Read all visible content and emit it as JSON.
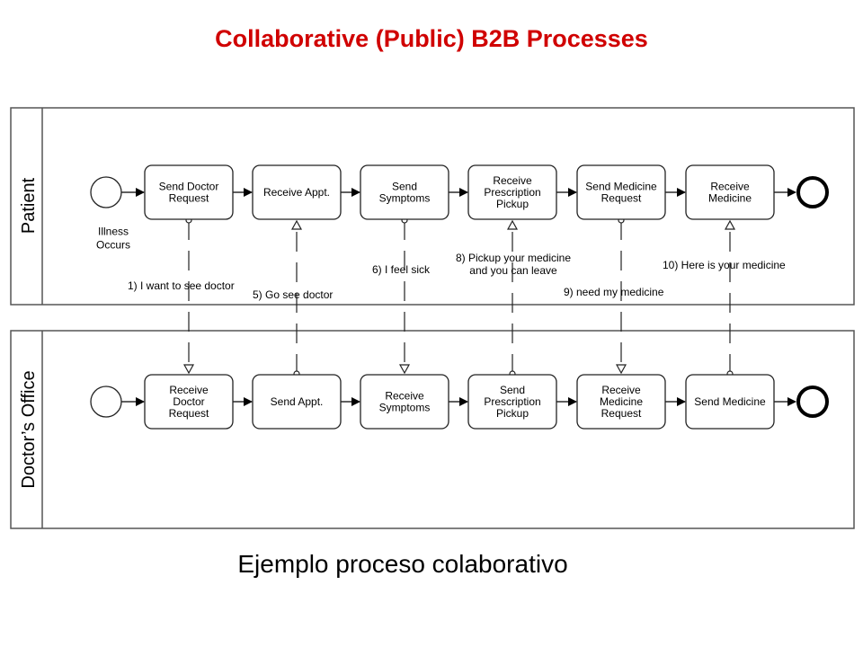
{
  "title": "Collaborative (Public) B2B Processes",
  "caption": "Ejemplo proceso colaborativo",
  "pools": {
    "patient": {
      "name": "Patient",
      "start_label": [
        "Illness",
        "Occurs"
      ],
      "tasks": [
        [
          "Send Doctor",
          "Request"
        ],
        [
          "Receive Appt."
        ],
        [
          "Send",
          "Symptoms"
        ],
        [
          "Receive",
          "Prescription",
          "Pickup"
        ],
        [
          "Send Medicine",
          "Request"
        ],
        [
          "Receive",
          "Medicine"
        ]
      ]
    },
    "doctor": {
      "name": "Doctor’s Office",
      "tasks": [
        [
          "Receive",
          "Doctor",
          "Request"
        ],
        [
          "Send Appt."
        ],
        [
          "Receive",
          "Symptoms"
        ],
        [
          "Send",
          "Prescription",
          "Pickup"
        ],
        [
          "Receive",
          "Medicine",
          "Request"
        ],
        [
          "Send Medicine"
        ]
      ]
    }
  },
  "messages": [
    [
      "1) I want to see doctor"
    ],
    [
      "5) Go see doctor"
    ],
    [
      "6) I feel sick"
    ],
    [
      "8) Pickup your medicine",
      "and you can leave"
    ],
    [
      "9)  need my medicine"
    ],
    [
      "10) Here is your medicine"
    ]
  ],
  "colors": {
    "title": "#d00000",
    "line": "#222222",
    "pool_border": "#555555"
  }
}
